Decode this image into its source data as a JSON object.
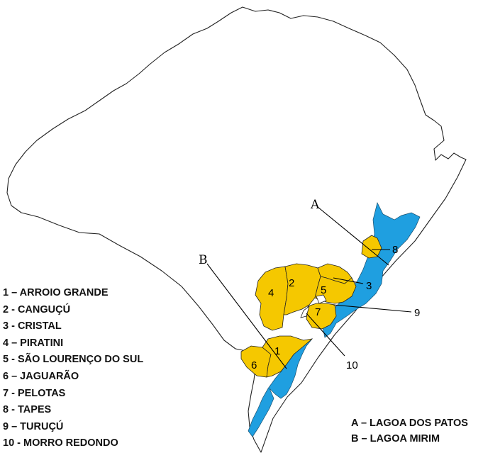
{
  "legend_municipios": [
    "1 – ARROIO GRANDE",
    "2 - CANGUÇÚ",
    "3 - CRISTAL",
    "4 – PIRATINI",
    "5 - SÃO LOURENÇO DO SUL",
    "6 – JAGUARÃO",
    "7 - PELOTAS",
    "8 - TAPES",
    "9 – TURUÇÚ",
    "10 - MORRO REDONDO"
  ],
  "legend_lagoas": [
    "A – LAGOA DOS PATOS",
    "B – LAGOA MIRIM"
  ],
  "map_labels": {
    "a": "A",
    "b": "B",
    "n1": "1",
    "n2": "2",
    "n3": "3",
    "n4": "4",
    "n5": "5",
    "n6": "6",
    "n7": "7",
    "n8": "8",
    "n9": "9",
    "n10": "10"
  },
  "colors": {
    "water": "#1f9fe0",
    "municipality": "#f5c800",
    "outline": "#222222"
  }
}
